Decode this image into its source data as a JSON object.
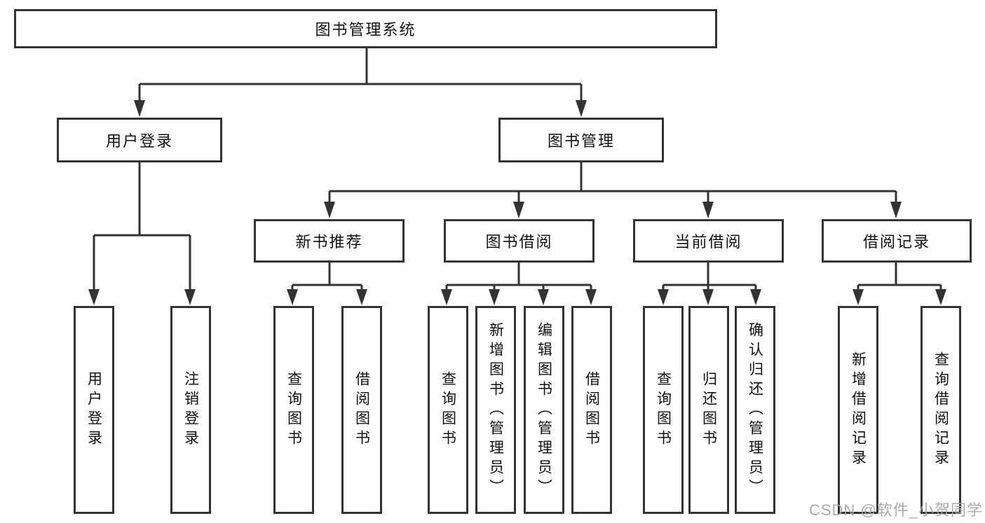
{
  "tree": {
    "root": {
      "label": "图书管理系统",
      "children": [
        {
          "label": "用户登录",
          "children": [
            {
              "label": "用户登录"
            },
            {
              "label": "注销登录"
            }
          ]
        },
        {
          "label": "图书管理",
          "children": [
            {
              "label": "新书推荐",
              "children": [
                {
                  "label": "查询图书"
                },
                {
                  "label": "借阅图书"
                }
              ]
            },
            {
              "label": "图书借阅",
              "children": [
                {
                  "label": "查询图书"
                },
                {
                  "label": "新增图书（管理员）"
                },
                {
                  "label": "编辑图书（管理员）"
                },
                {
                  "label": "借阅图书"
                }
              ]
            },
            {
              "label": "当前借阅",
              "children": [
                {
                  "label": "查询图书"
                },
                {
                  "label": "归还图书"
                },
                {
                  "label": "确认归还（管理员）"
                }
              ]
            },
            {
              "label": "借阅记录",
              "children": [
                {
                  "label": "新增借阅记录"
                },
                {
                  "label": "查询借阅记录"
                }
              ]
            }
          ]
        }
      ]
    }
  },
  "watermark": {
    "text": "CSDN @软件_小贺同学"
  },
  "colors": {
    "line": "#333333",
    "box_border": "#333333",
    "text": "#111111",
    "watermark": "#a5a5a5",
    "background": "#ffffff"
  }
}
